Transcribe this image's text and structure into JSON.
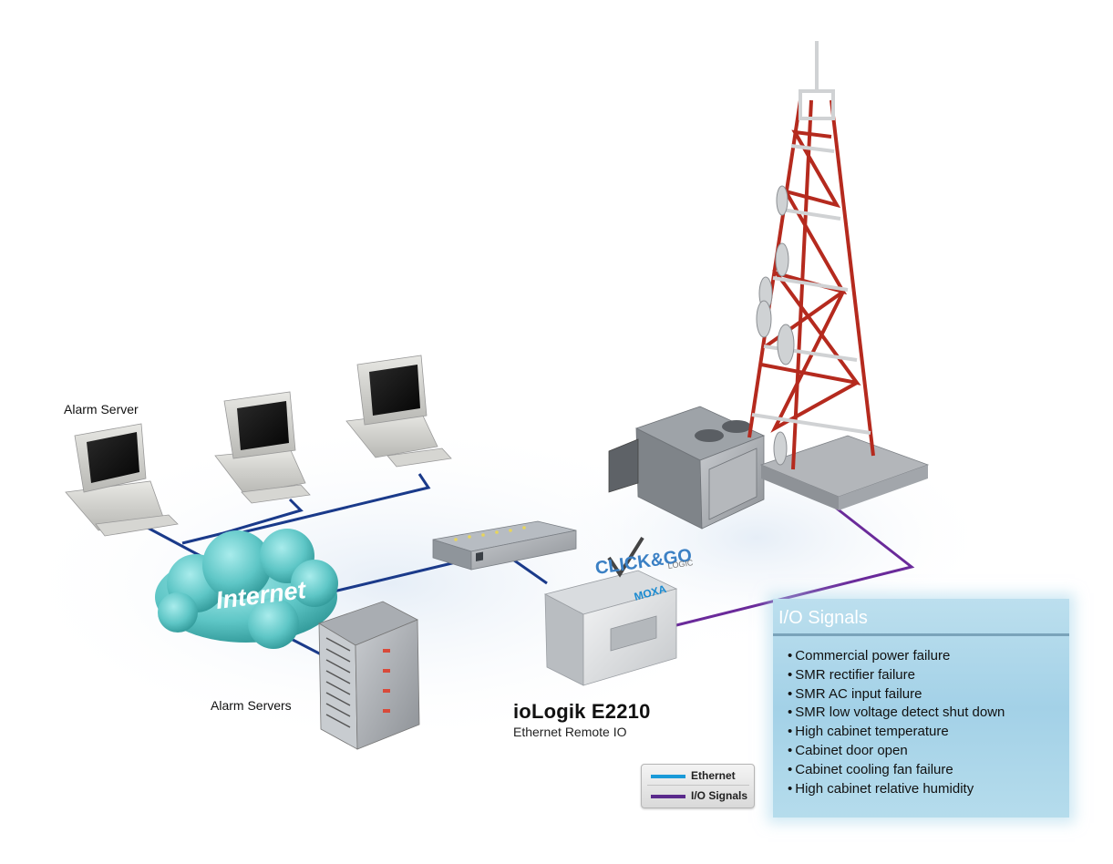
{
  "labels": {
    "alarm_server": "Alarm Server",
    "alarm_servers": "Alarm Servers",
    "cloud": "Internet",
    "device_model": "ioLogik E2210",
    "device_desc": "Ethernet Remote IO",
    "brand": "MOXA",
    "logic_logo": "CLICK&GO",
    "logic_sub": "LOGIC"
  },
  "io_panel": {
    "title": "I/O Signals",
    "items": [
      "Commercial power failure",
      "SMR rectifier failure",
      "SMR AC input failure",
      "SMR low voltage detect shut down",
      "High cabinet temperature",
      "Cabinet door open",
      "Cabinet cooling fan failure",
      "High cabinet relative humidity"
    ]
  },
  "legend": {
    "items": [
      {
        "label": "Ethernet",
        "color": "#1a9ad8"
      },
      {
        "label": "I/O Signals",
        "color": "#5a2a8c"
      }
    ]
  },
  "colors": {
    "ethernet_line": "#1a3a8a",
    "io_line": "#6a2a9a",
    "cloud": "#5ec6c6",
    "tower_red": "#b52a1e",
    "tower_white": "#d8d8d8"
  }
}
